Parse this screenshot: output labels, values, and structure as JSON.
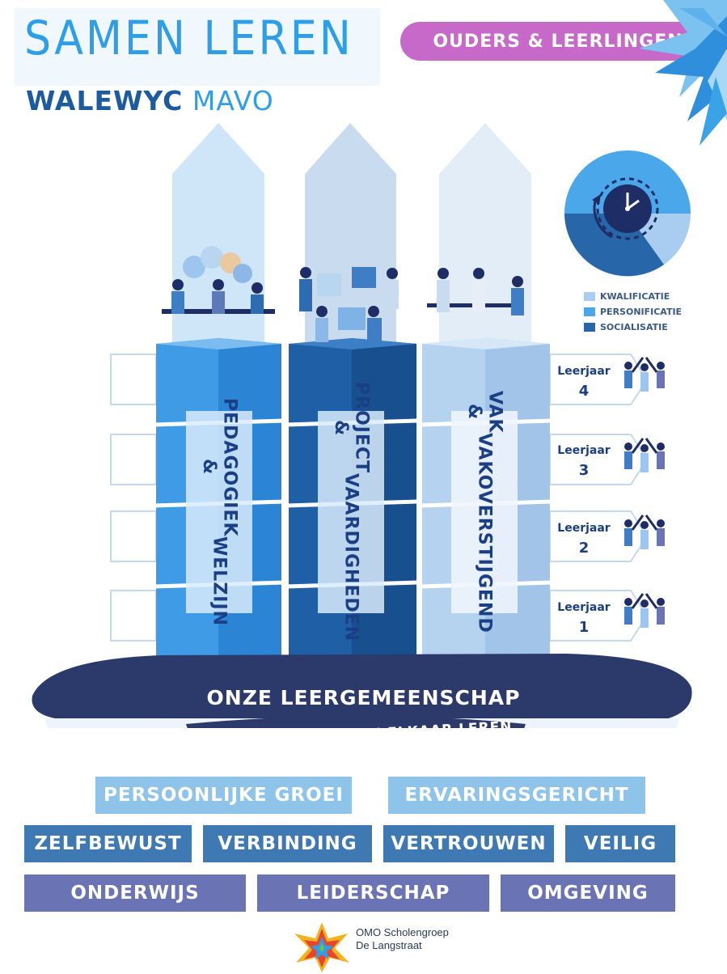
{
  "header": {
    "title": "SAMEN LEREN",
    "subtitle_part1": "WALEWYC",
    "subtitle_part2": "MAVO",
    "badge": "OUDERS & LEERLINGEN"
  },
  "columns": [
    {
      "label_line1": "PEDAGOGIEK &",
      "label_line2": "WELZIJN"
    },
    {
      "label_line1": "PROJECT &",
      "label_line2": "VAARDIGHEDEN"
    },
    {
      "label_line1": "VAK &",
      "label_line2": "VAKOVERSTIJGEND"
    }
  ],
  "legend": [
    {
      "label": "KWALIFICATIE",
      "color": "#a8cdf0"
    },
    {
      "label": "PERSONIFICATIE",
      "color": "#4aa8ea"
    },
    {
      "label": "SOCIALISATIE",
      "color": "#2766a8"
    }
  ],
  "years": [
    {
      "label": "Leerjaar",
      "number": "4"
    },
    {
      "label": "Leerjaar",
      "number": "3"
    },
    {
      "label": "Leerjaar",
      "number": "2"
    },
    {
      "label": "Leerjaar",
      "number": "1"
    }
  ],
  "foundation": {
    "title": "ONZE LEERGEMEENSCHAP",
    "subtitle": "SAMEN MET EN VAN ELKAAR LEREN"
  },
  "bands": {
    "row1": [
      "PERSOONLIJKE GROEI",
      "ERVARINGSGERICHT"
    ],
    "row2": [
      "ZELFBEWUST",
      "VERBINDING",
      "VERTROUWEN",
      "VEILIG"
    ],
    "row3": [
      "ONDERWIJS",
      "LEIDERSCHAP",
      "OMGEVING"
    ]
  },
  "footer": {
    "org_line1": "OMO Scholengroep",
    "org_line2": "De Langstraat"
  },
  "colors": {
    "column1": "#3f9be6",
    "column2": "#1f5fa6",
    "column3": "#b5d3ef",
    "base": "#2c3a6b",
    "row1_band": "#8fc4ea",
    "row2_band": "#3f79b3",
    "row3_band": "#6a74b4"
  }
}
